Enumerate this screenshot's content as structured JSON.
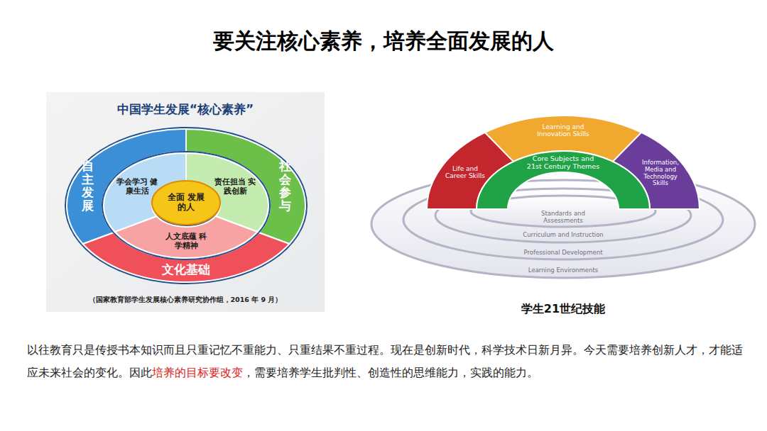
{
  "diagram": {
    "title": "要关注核心素养，培养全面发展的人",
    "caption": "学生21世纪技能",
    "nodes": [
      {
        "text": [
          "自主发展"
        ]
      },
      {
        "text": [
          "社会参与"
        ]
      },
      {
        "text": [
          "文化基础"
        ]
      },
      {
        "text": [
          "学会学习 健康生活"
        ]
      },
      {
        "text": [
          "责任担当 实践创新"
        ]
      },
      {
        "text": [
          "人文底蕴 科学精神"
        ]
      },
      {
        "text": [
          "全面 发展的人"
        ]
      },
      {
        "text": [
          "Life and Career Skills"
        ]
      },
      {
        "text": [
          "Learning and Innovation Skills"
        ]
      },
      {
        "text": [
          "Information, Media and Technology Skills"
        ]
      },
      {
        "text": [
          "Core Subjects and 21st Century Themes"
        ]
      },
      {
        "text": [
          "Standards and Assessments"
        ]
      },
      {
        "text": [
          "Curriculum and Instruction"
        ]
      },
      {
        "text": [
          "Professional Development"
        ]
      },
      {
        "text": [
          "Learning Environments"
        ]
      }
    ],
    "labels": [
      "中国学生发展“核心素养”",
      "（国家教育部学生发展核心素养研究协作组，2016 年 9 月）",
      "以往教育只是传授书本知识而且只重记忆不重能力、只重结果不重过程。现在是创新时代，科学技术日新月异。今天需要培养创新人才，才能适应未来社会的变化。因此",
      "培养的目标要改变",
      "，需要培养学生批判性、创造性的思维能力，实践的能力。"
    ]
  }
}
